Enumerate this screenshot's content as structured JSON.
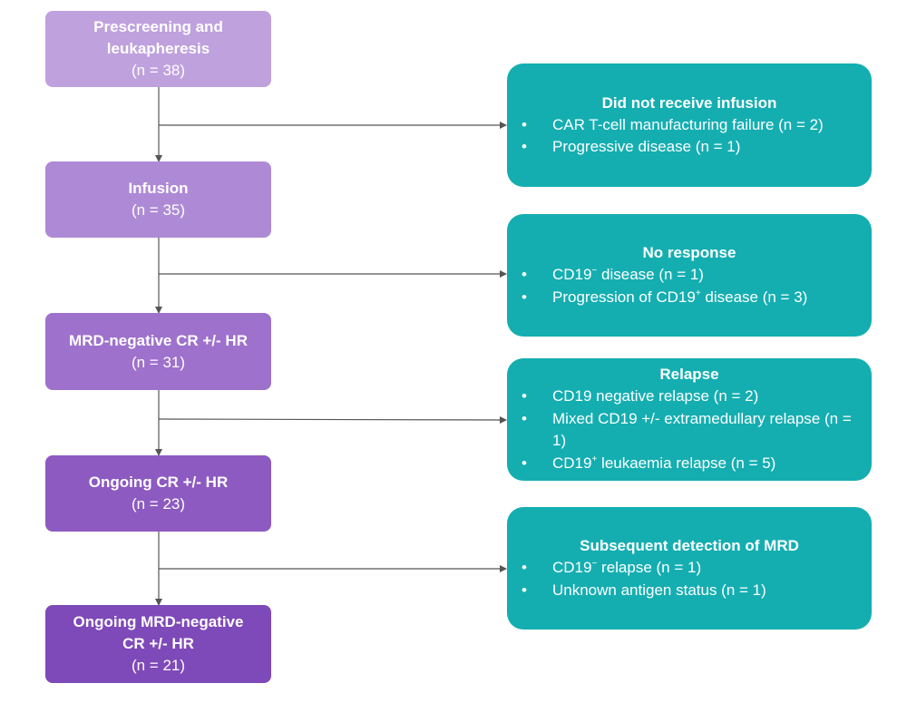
{
  "colors": {
    "step1": "#bfa1de",
    "step2": "#ae8ad6",
    "step3": "#9d71cc",
    "step4": "#8c5ac1",
    "step5": "#7e49b8",
    "teal": "#14aeb1",
    "connector": "#555555"
  },
  "steps": [
    {
      "title": "Prescreening and leukapheresis",
      "count": "(n = 38)"
    },
    {
      "title": "Infusion",
      "count": "(n = 35)"
    },
    {
      "title": "MRD-negative CR +/- HR",
      "count": "(n = 31)"
    },
    {
      "title": "Ongoing CR +/- HR",
      "count": "(n = 23)"
    },
    {
      "title": "Ongoing MRD-negative CR +/- HR",
      "count": "(n = 21)"
    }
  ],
  "exits": [
    {
      "title": "Did not receive infusion",
      "items": [
        {
          "pre": "CAR T-cell manufacturing failure (n = 2)",
          "sup": "",
          "post": ""
        },
        {
          "pre": "Progressive disease (n = 1)",
          "sup": "",
          "post": ""
        }
      ]
    },
    {
      "title": "No response",
      "items": [
        {
          "pre": " CD19",
          "sup": "−",
          "post": " disease (n = 1)"
        },
        {
          "pre": "Progression of CD19",
          "sup": "+",
          "post": " disease (n = 3)"
        }
      ]
    },
    {
      "title": "Relapse",
      "items": [
        {
          "pre": "CD19 negative relapse (n = 2)",
          "sup": "",
          "post": ""
        },
        {
          "pre": "Mixed CD19 +/- extramedullary relapse (n = 1)",
          "sup": "",
          "post": ""
        },
        {
          "pre": "CD19",
          "sup": "+",
          "post": " leukaemia relapse (n = 5)"
        }
      ]
    },
    {
      "title": "Subsequent detection of MRD",
      "items": [
        {
          "pre": "CD19",
          "sup": "−",
          "post": " relapse (n = 1)"
        },
        {
          "pre": "Unknown antigen status (n = 1)",
          "sup": "",
          "post": ""
        }
      ]
    }
  ],
  "bullet_char": "•"
}
